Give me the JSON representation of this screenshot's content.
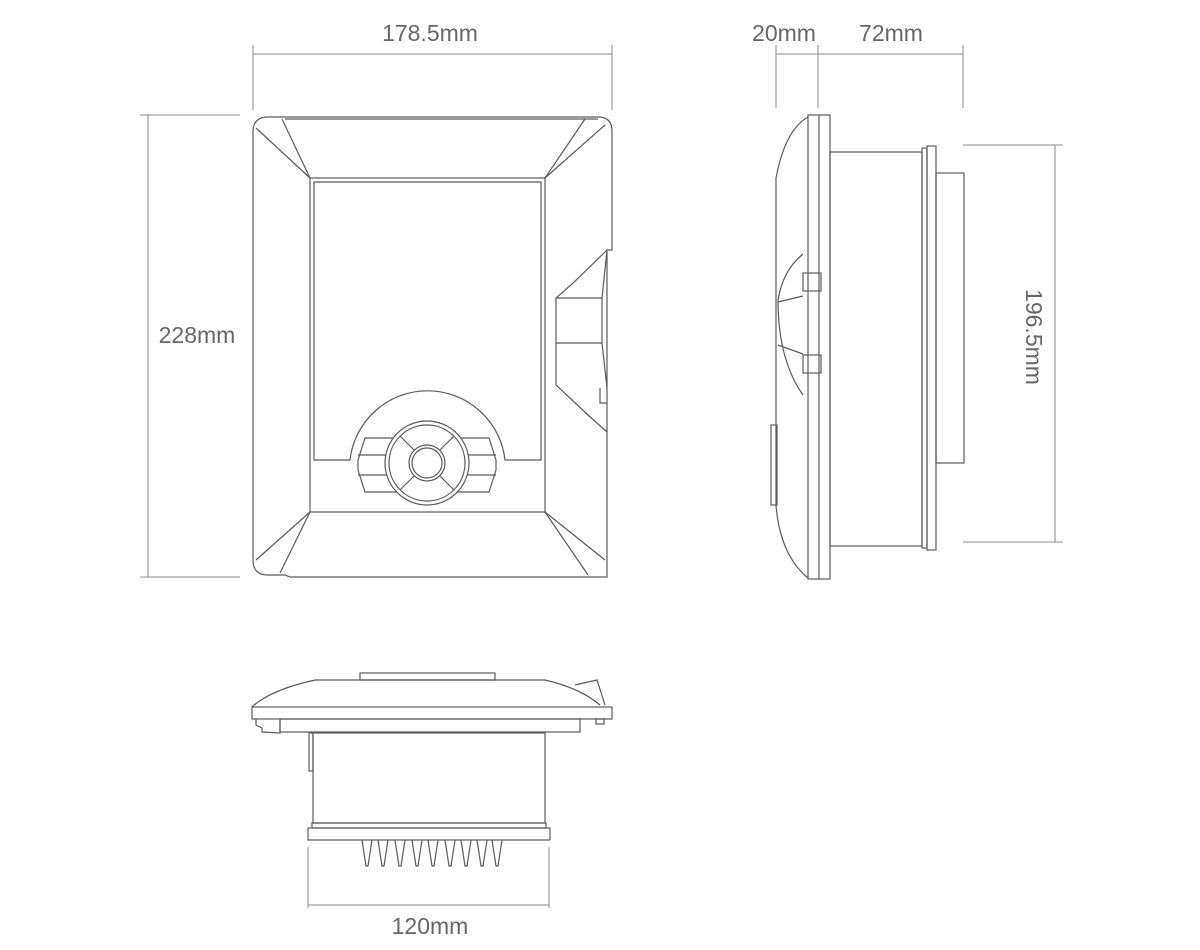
{
  "dimensions": {
    "front_width": "178.5mm",
    "front_height": "228mm",
    "side_front_depth": "20mm",
    "side_back_depth": "72mm",
    "side_body_height": "196.5mm",
    "bottom_body_width": "120mm"
  },
  "colors": {
    "line": "#5a5a5a",
    "text": "#666666",
    "background": "#ffffff"
  }
}
